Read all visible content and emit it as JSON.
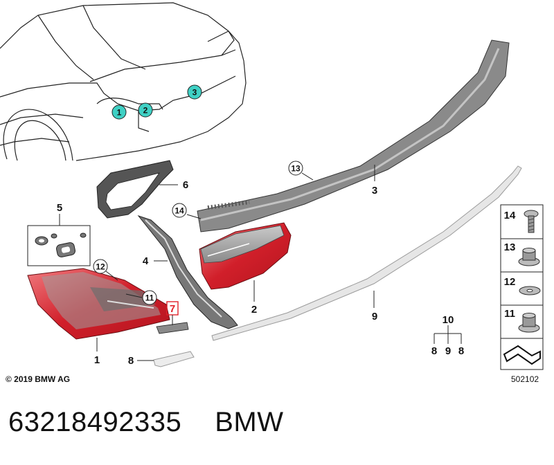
{
  "copyright": "© 2019 BMW AG",
  "image_number": "502102",
  "part_number": "63218492335",
  "brand": "BMW",
  "car_callouts": [
    "1",
    "2",
    "3"
  ],
  "part_labels": {
    "p1": "1",
    "p2": "2",
    "p3": "3",
    "p4": "4",
    "p5": "5",
    "p6": "6",
    "p7": "7",
    "p8": "8",
    "p9": "9",
    "p10": "10",
    "p11": "11",
    "p12": "12",
    "p13": "13",
    "p14": "14"
  },
  "kit_labels": [
    "8",
    "9",
    "8"
  ],
  "side_panel": [
    "14",
    "13",
    "12",
    "11"
  ],
  "colors": {
    "callout_fill": "#3fd0c4",
    "lamp_red": "#d11f2a",
    "highlight": "#e2222a"
  }
}
